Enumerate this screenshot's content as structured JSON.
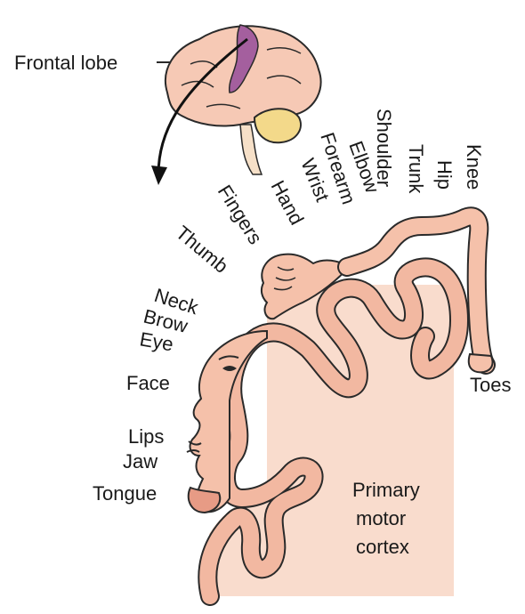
{
  "brain": {
    "label": "Frontal lobe",
    "colors": {
      "cortex": "#f6c9b5",
      "motor_strip": "#a45f9e",
      "cerebellum": "#f3d98a",
      "outline": "#2a2a2a"
    }
  },
  "homunculus": {
    "body_parts": [
      "Toes",
      "Knee",
      "Hip",
      "Trunk",
      "Shoulder",
      "Elbow",
      "Forearm",
      "Wrist",
      "Hand",
      "Fingers",
      "Thumb",
      "Neck",
      "Brow",
      "Eye",
      "Face",
      "Lips",
      "Jaw",
      "Tongue"
    ],
    "region_label": [
      "Primary",
      "motor",
      "cortex"
    ],
    "colors": {
      "region_fill": "#f9dccd",
      "gyrus_fill": "#f2b8a1",
      "skin": "#f5c1aa"
    }
  }
}
